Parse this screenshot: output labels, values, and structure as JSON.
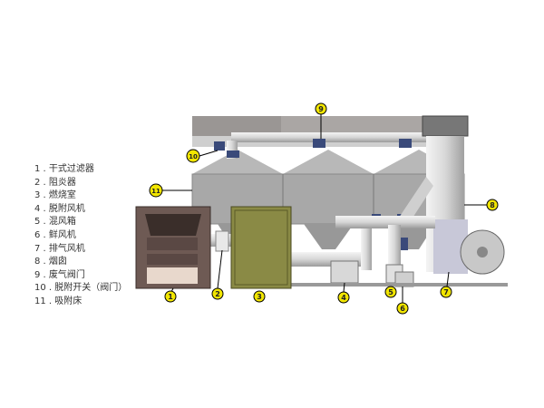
{
  "legend": [
    {
      "num": "1",
      "text": "1 . 干式过滤器"
    },
    {
      "num": "2",
      "text": "2 . 阻炎器"
    },
    {
      "num": "3",
      "text": "3 . 燃烧室"
    },
    {
      "num": "4",
      "text": "4 . 脱附风机"
    },
    {
      "num": "5",
      "text": "5 . 混风箱"
    },
    {
      "num": "6",
      "text": "6 . 鲜风机"
    },
    {
      "num": "7",
      "text": "7 . 排气风机"
    },
    {
      "num": "8",
      "text": "8 . 烟囱"
    },
    {
      "num": "9",
      "text": "9 . 废气阀门"
    },
    {
      "num": "10",
      "text": "10 . 脱附开关（阀门）"
    },
    {
      "num": "11",
      "text": "11 . 吸附床"
    }
  ],
  "colors": {
    "marker": "#f2e600",
    "combustion": "#8a8a45",
    "body": "#a8a8a8",
    "roof": "#9a9694"
  }
}
